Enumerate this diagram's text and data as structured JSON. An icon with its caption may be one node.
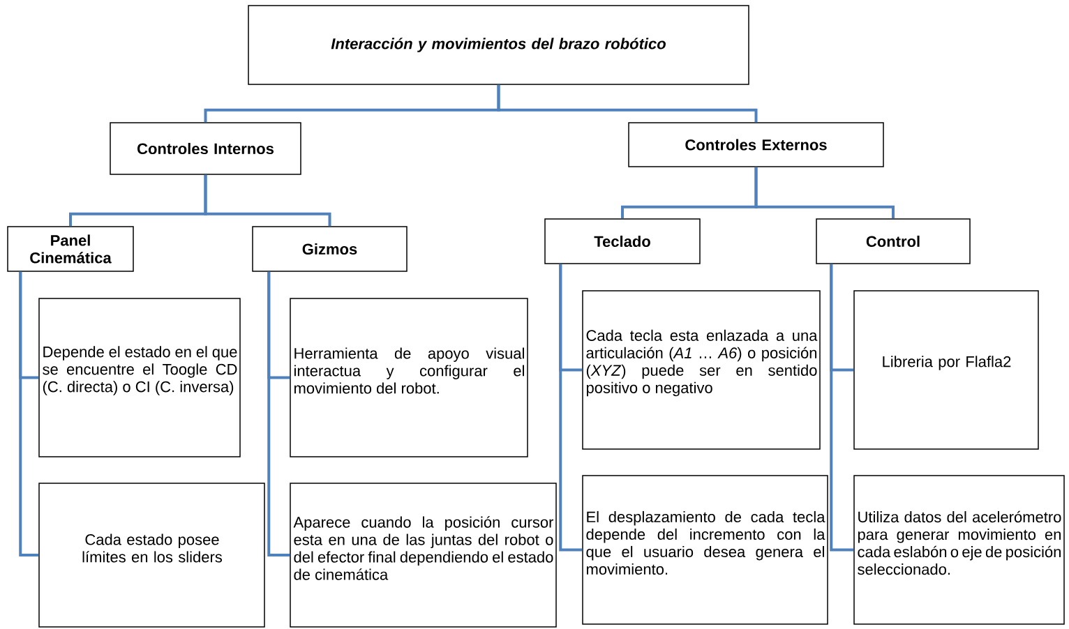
{
  "diagram": {
    "nodes": [
      {
        "text": [
          "Interacción y movimientos del brazo robótico"
        ]
      },
      {
        "text": [
          "Controles Internos"
        ]
      },
      {
        "text": [
          "Controles Externos"
        ]
      },
      {
        "text": [
          "Panel Cinemática"
        ]
      },
      {
        "text": [
          "Gizmos"
        ]
      },
      {
        "text": [
          "Teclado"
        ]
      },
      {
        "text": [
          "Control"
        ]
      },
      {
        "text": [
          "Depende el estado en el que se encuentre el Toogle CD (C. directa) o CI (C. inversa)"
        ]
      },
      {
        "text": [
          "Cada estado posee límites en los sliders"
        ]
      },
      {
        "text": [
          "Herramienta de apoyo visual interactua y configurar el movimiento del robot."
        ]
      },
      {
        "text": [
          "Aparece cuando la posición cursor esta en una de las juntas del robot o del efector final dependiendo el estado de cinemática"
        ]
      },
      {
        "text": [
          "Cada tecla esta enlazada a una articulación (*A1* … *A6*) o posición (*XYZ*) puede ser en sentido positivo o negativo"
        ]
      },
      {
        "text": [
          "El desplazamiento de cada tecla depende del incremento con la que el usuario desea genera el movimiento."
        ]
      },
      {
        "text": [
          "Libreria por Flafla2"
        ]
      },
      {
        "text": [
          "Utiliza datos del acelerómetro para generar movimiento en cada eslabón o eje de posición seleccionado."
        ]
      }
    ],
    "edges": [
      {
        "from": 0,
        "to": 1,
        "arrow": "none"
      },
      {
        "from": 0,
        "to": 2,
        "arrow": "none"
      },
      {
        "from": 1,
        "to": 3,
        "arrow": "none"
      },
      {
        "from": 1,
        "to": 4,
        "arrow": "none"
      },
      {
        "from": 2,
        "to": 5,
        "arrow": "none"
      },
      {
        "from": 2,
        "to": 6,
        "arrow": "none"
      },
      {
        "from": 3,
        "to": 7,
        "arrow": "none"
      },
      {
        "from": 3,
        "to": 8,
        "arrow": "none"
      },
      {
        "from": 4,
        "to": 9,
        "arrow": "none"
      },
      {
        "from": 4,
        "to": 10,
        "arrow": "none"
      },
      {
        "from": 5,
        "to": 11,
        "arrow": "none"
      },
      {
        "from": 5,
        "to": 12,
        "arrow": "none"
      },
      {
        "from": 6,
        "to": 13,
        "arrow": "none"
      },
      {
        "from": 6,
        "to": 14,
        "arrow": "none"
      }
    ]
  }
}
